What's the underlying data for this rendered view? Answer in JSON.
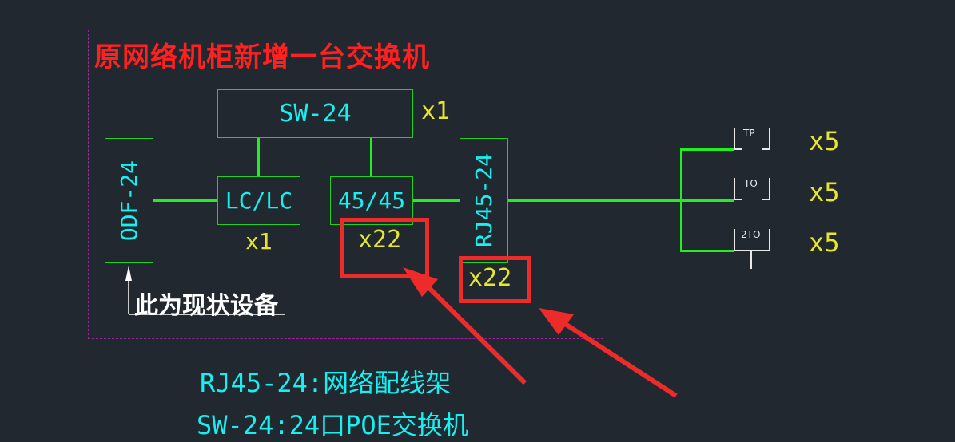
{
  "colors": {
    "background": "#212830",
    "box_border": "#1fd11f",
    "link": "#22ee22",
    "cyan_text": "#17f0f0",
    "yellow_text": "#e6e62a",
    "title_red": "#ff2020",
    "dashed_border": "#a020a0",
    "highlight_red": "#ee2b2b"
  },
  "diagram": {
    "title": "原网络机柜新增一台交换机",
    "sw24": {
      "label": "SW-24",
      "qty": "x1"
    },
    "odf24": {
      "label": "ODF-24"
    },
    "lclc": {
      "label": "LC/LC",
      "qty": "x1"
    },
    "p4545": {
      "label": "45/45",
      "qty": "x22"
    },
    "rj4524": {
      "label": "RJ45-24",
      "qty": "x22"
    },
    "existing_note": "此为现状设备",
    "outlets": [
      {
        "label": "TP",
        "qty": "x5"
      },
      {
        "label": "TO",
        "qty": "x5"
      },
      {
        "label": "2TO",
        "qty": "x5"
      }
    ],
    "legend": [
      "RJ45-24:网络配线架",
      "SW-24:24口POE交换机"
    ]
  }
}
